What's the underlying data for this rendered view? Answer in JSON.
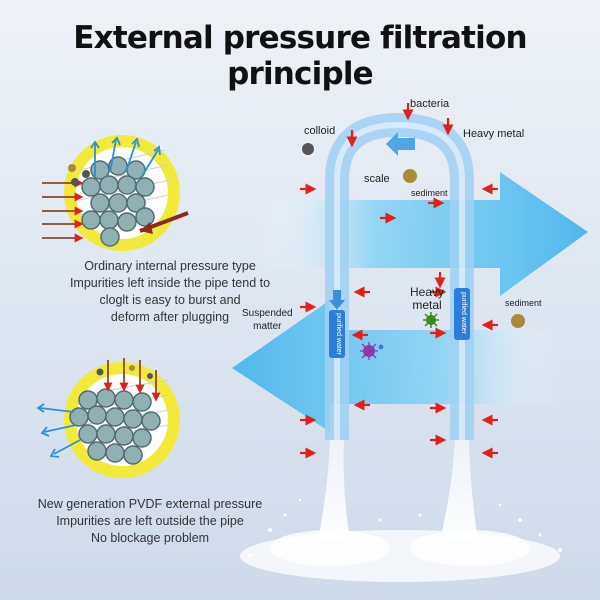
{
  "title": "External pressure filtration principle",
  "internal_caption": {
    "line1": "Ordinary internal pressure type",
    "line2": "Impurities left inside the pipe tend to",
    "line3": "cloglt is easy to burst and",
    "line4": "deform after plugging"
  },
  "external_caption": {
    "line1": "New generation PVDF external pressure",
    "line2": "Impurities are left outside the pipe",
    "line3": "No blockage problem"
  },
  "labels": {
    "bacteria": "bacteria",
    "colloid": "colloid",
    "heavy_metal_top": "Heavy metal",
    "scale": "scale",
    "sediment_top": "sediment",
    "heavy_metal_mid_1": "Heavy",
    "heavy_metal_mid_2": "metal",
    "sediment_right": "sediment",
    "suspended_1": "Suspended",
    "suspended_2": "matter",
    "purified_left": "purified water",
    "purified_right": "purified water"
  },
  "colors": {
    "flow_arrow": "#5bc0ef",
    "pipe": "#8cc4f0",
    "impurity_arrow": "#e0201b",
    "sediment": "#a88a3a",
    "colloid": "#555555",
    "heavy_metal": "#3d8a1e",
    "bacteria": "#8a3aa8",
    "circle_ring": "#f2ea3a"
  }
}
